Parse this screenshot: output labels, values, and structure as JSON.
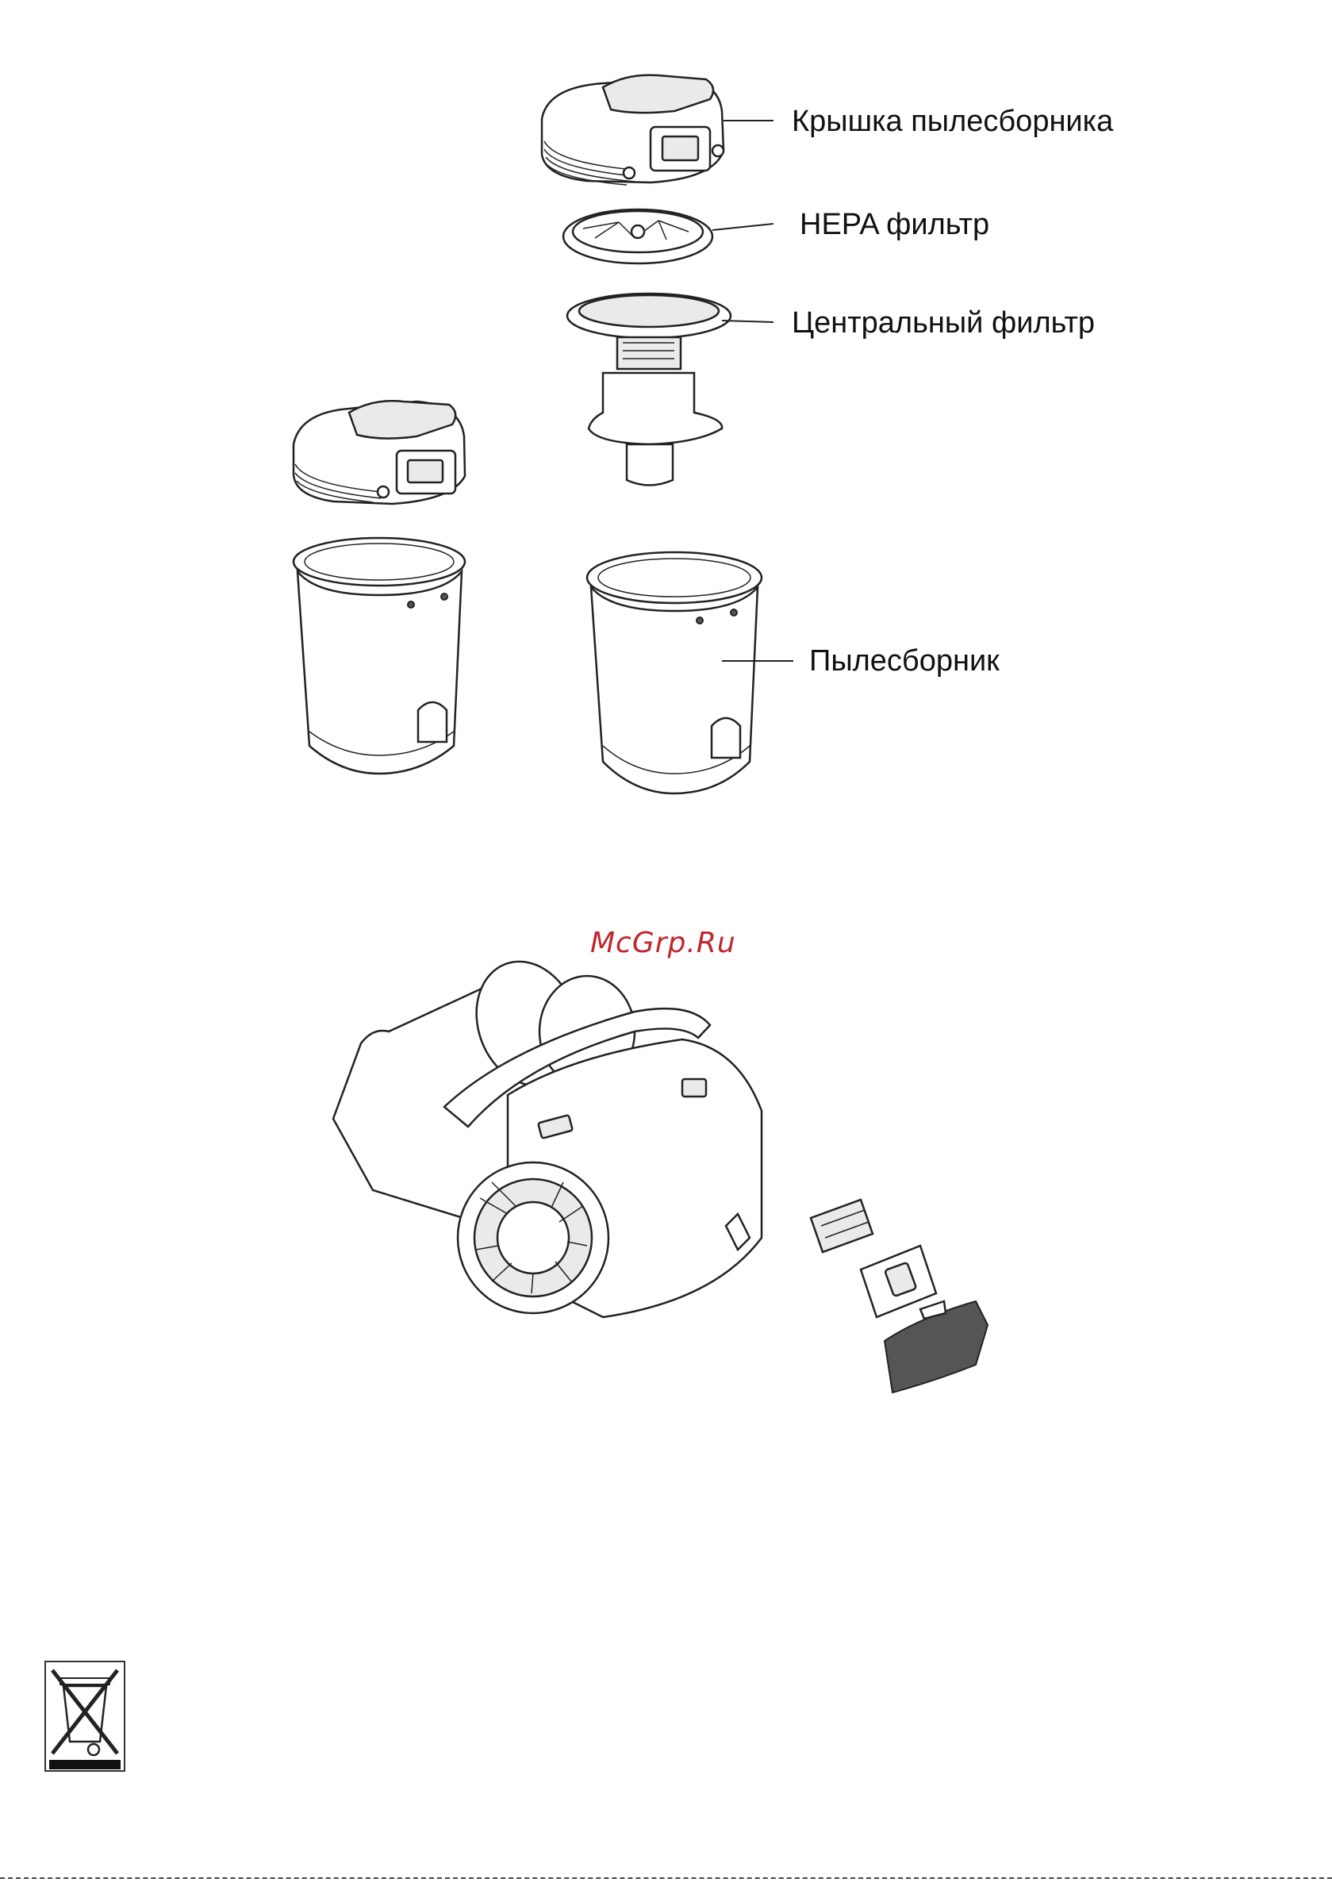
{
  "labels": {
    "lid": "Крышка пылесборника",
    "hepa": "HEPA фильтр",
    "central": "Центральный фильтр",
    "container": "Пылесборник"
  },
  "watermark": "McGrp.Ru",
  "icons": {
    "weee": "crossed-out-wheelie-bin-icon"
  }
}
